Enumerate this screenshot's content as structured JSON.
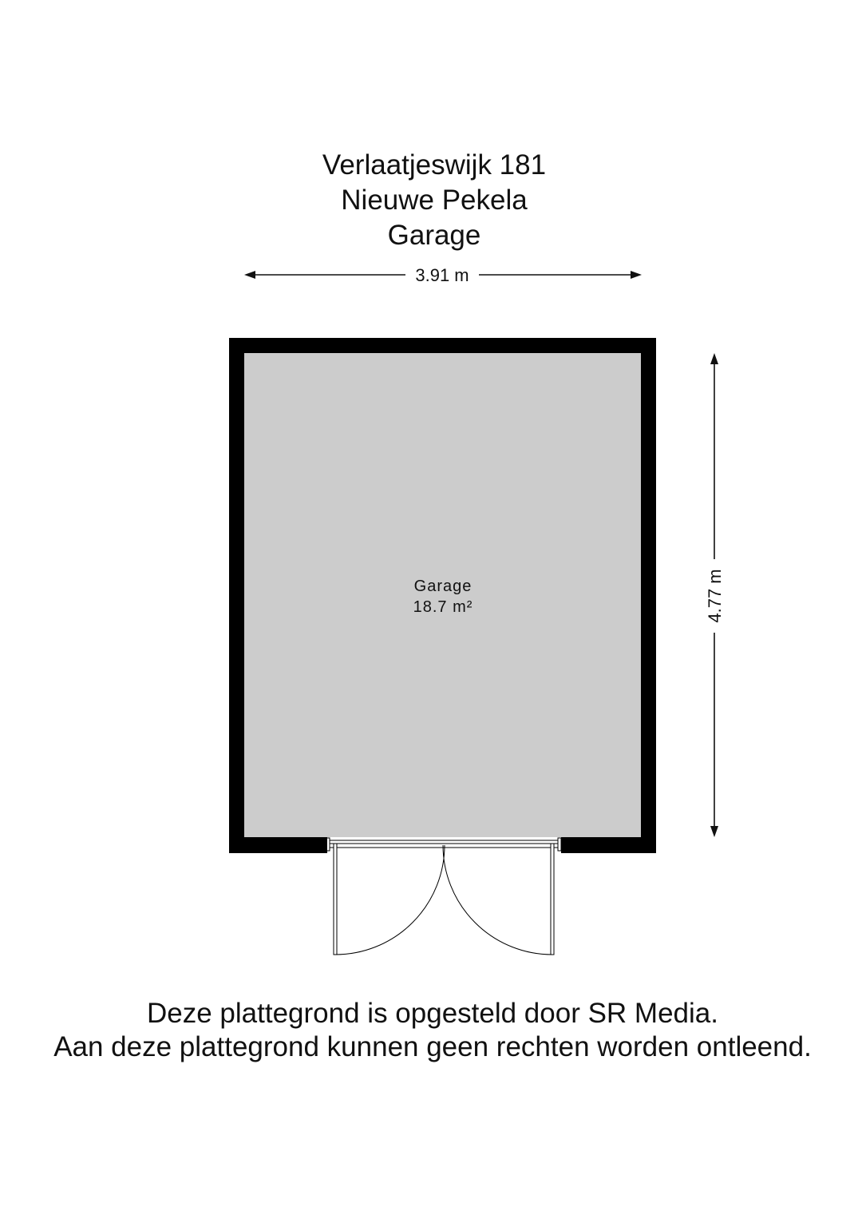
{
  "header": {
    "address_line": "Verlaatjeswijk 181",
    "city_line": "Nieuwe Pekela",
    "floor_line": "Garage"
  },
  "dimensions": {
    "width_label": "3.91 m",
    "depth_label": "4.77 m"
  },
  "room": {
    "name": "Garage",
    "area": "18.7 m²",
    "fill_color": "#cccccc",
    "wall_color": "#000000"
  },
  "footer": {
    "line1": "Deze plattegrond is opgesteld door SR Media.",
    "line2": "Aan deze plattegrond kunnen geen rechten worden ontleend."
  }
}
